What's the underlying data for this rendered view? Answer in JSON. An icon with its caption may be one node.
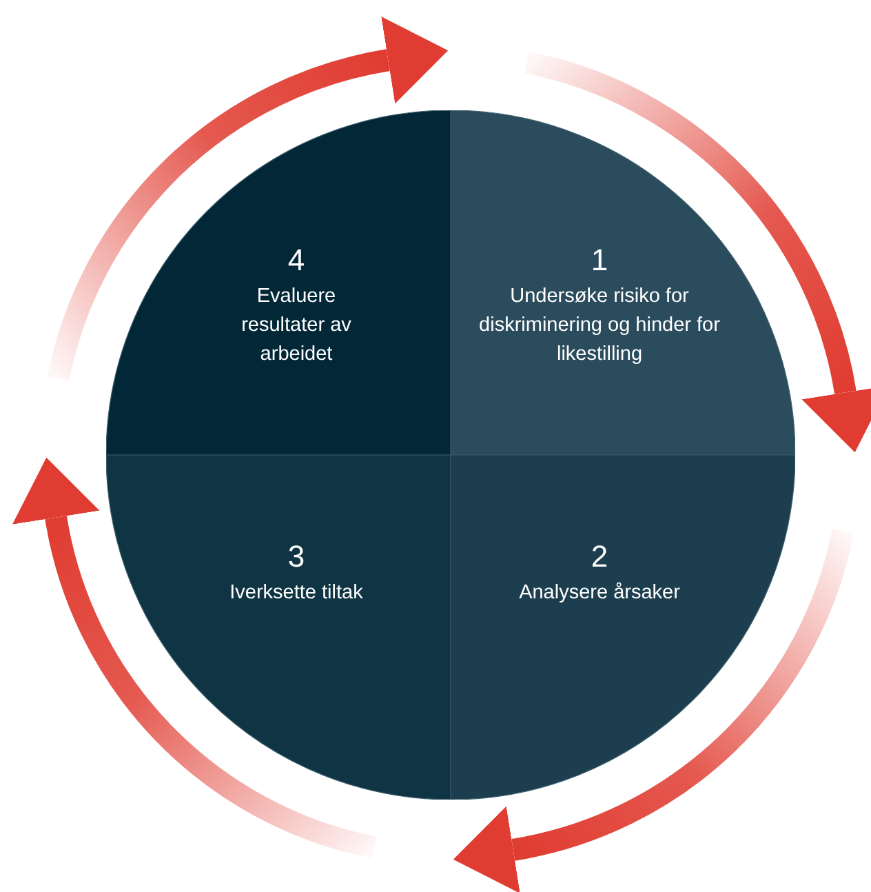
{
  "diagram": {
    "nodes": [
      {
        "text": [
          "4",
          "Evaluere resultater av arbeidet"
        ]
      },
      {
        "text": [
          "1",
          "Undersøke risiko for diskriminering og hinder for likestilling"
        ]
      },
      {
        "text": [
          "3",
          "Iverksette tiltak"
        ]
      },
      {
        "text": [
          "2",
          "Analysere årsaker"
        ]
      }
    ]
  }
}
